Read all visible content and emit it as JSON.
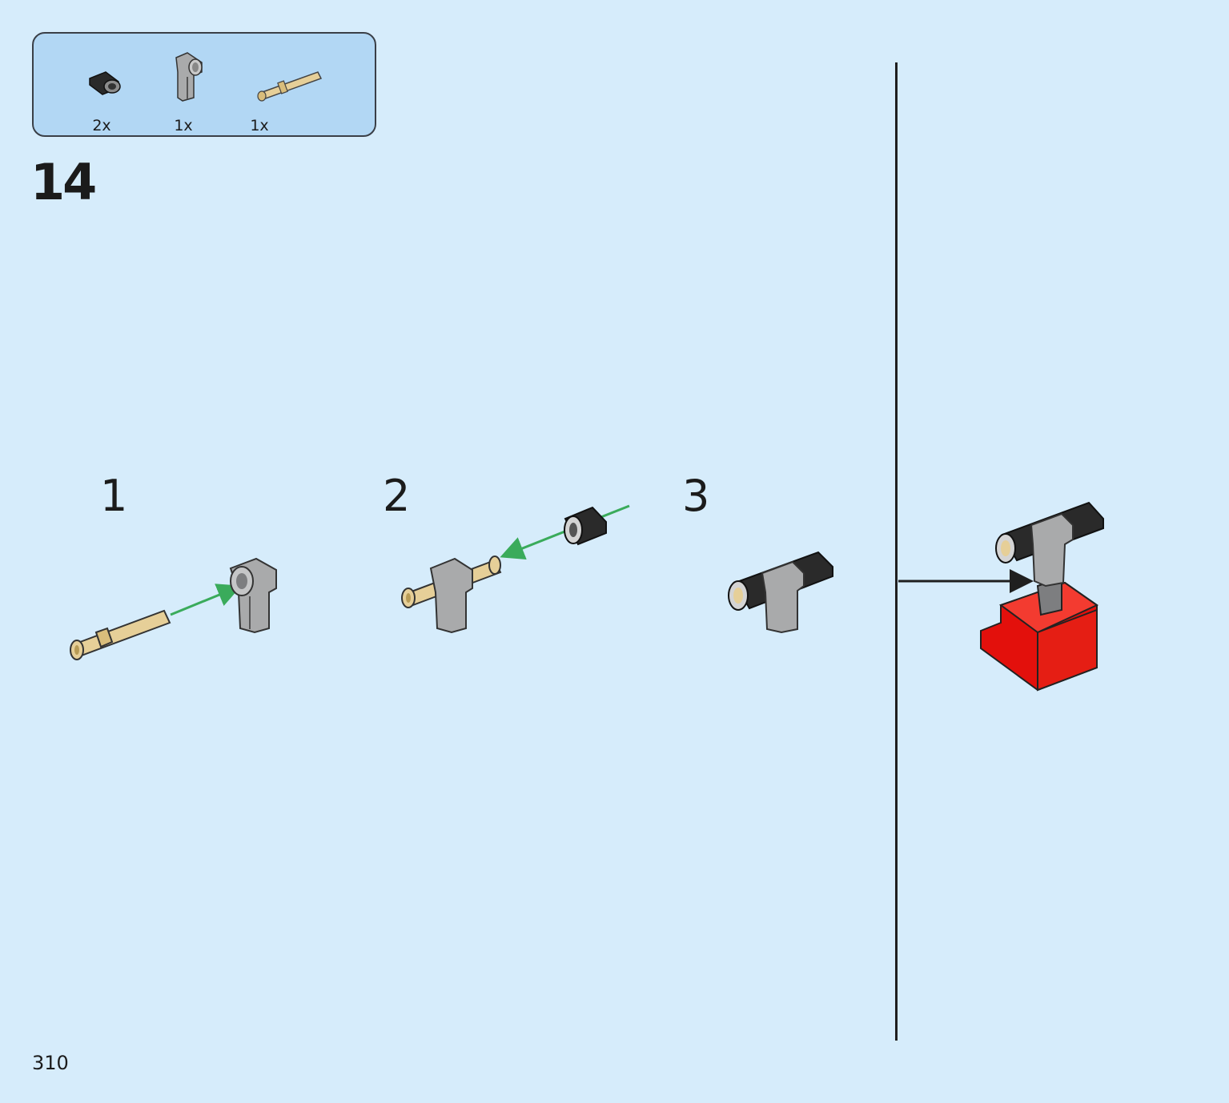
{
  "step": {
    "number": "14"
  },
  "parts_list": [
    {
      "name": "black-bush",
      "qty": "2x"
    },
    {
      "name": "gray-axle-connector",
      "qty": "1x"
    },
    {
      "name": "tan-axle-pin",
      "qty": "1x"
    }
  ],
  "sub_steps": [
    {
      "number": "1"
    },
    {
      "number": "2"
    },
    {
      "number": "3"
    }
  ],
  "page": {
    "number": "310"
  },
  "colors": {
    "background": "#d6ecfb",
    "parts_box": "#b2d7f4",
    "arrow_green": "#3aab5b",
    "brick_red": "#e3100c",
    "pin_tan": "#e6cf98",
    "connector_gray": "#a9aaab",
    "bush_black": "#2a2a2a"
  }
}
